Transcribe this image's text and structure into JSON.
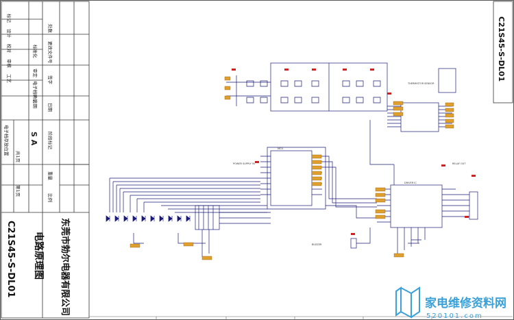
{
  "sheet": {
    "drawing_number": "C21S45-S-DL01",
    "drawing_number_vertical": "C21S45-S-DL01",
    "drawing_title": "电路原理图",
    "company_name": "东莞市勃尔电器有限公司",
    "version_mark": "S A",
    "sheet_total_label": "共1页",
    "sheet_index_label": "第1页"
  },
  "title_block": {
    "col1": [
      "标记",
      "设计",
      "校对",
      "审核",
      "工艺"
    ],
    "col2": [
      "处数",
      "标准化",
      "审定",
      "日期"
    ],
    "col3": [
      "更改文件号",
      "电子档确认"
    ],
    "col4": [
      "签字",
      "日期"
    ],
    "stage_label": "阶段标记",
    "weight_label": "重量",
    "scale_label": "比例",
    "doc_position_label": "电子档存放位置"
  },
  "schematic": {
    "sensor_label": "THERMISTOR SENSOR",
    "ic_main_label": "MCU",
    "ic_right_label": "DRIVER IC",
    "power_label": "POWER SUPPLY 5V",
    "buzzer_label": "BUZZER",
    "relay_label": "RELAY OUT"
  },
  "watermark": {
    "cn": "家电维修资料网",
    "url": "520101.com"
  },
  "colors": {
    "wire": "#1a1a7a",
    "part": "#2a2a2a",
    "tag": "#e0a030",
    "red": "#cc2222",
    "watermark": "#3aa0d8"
  }
}
